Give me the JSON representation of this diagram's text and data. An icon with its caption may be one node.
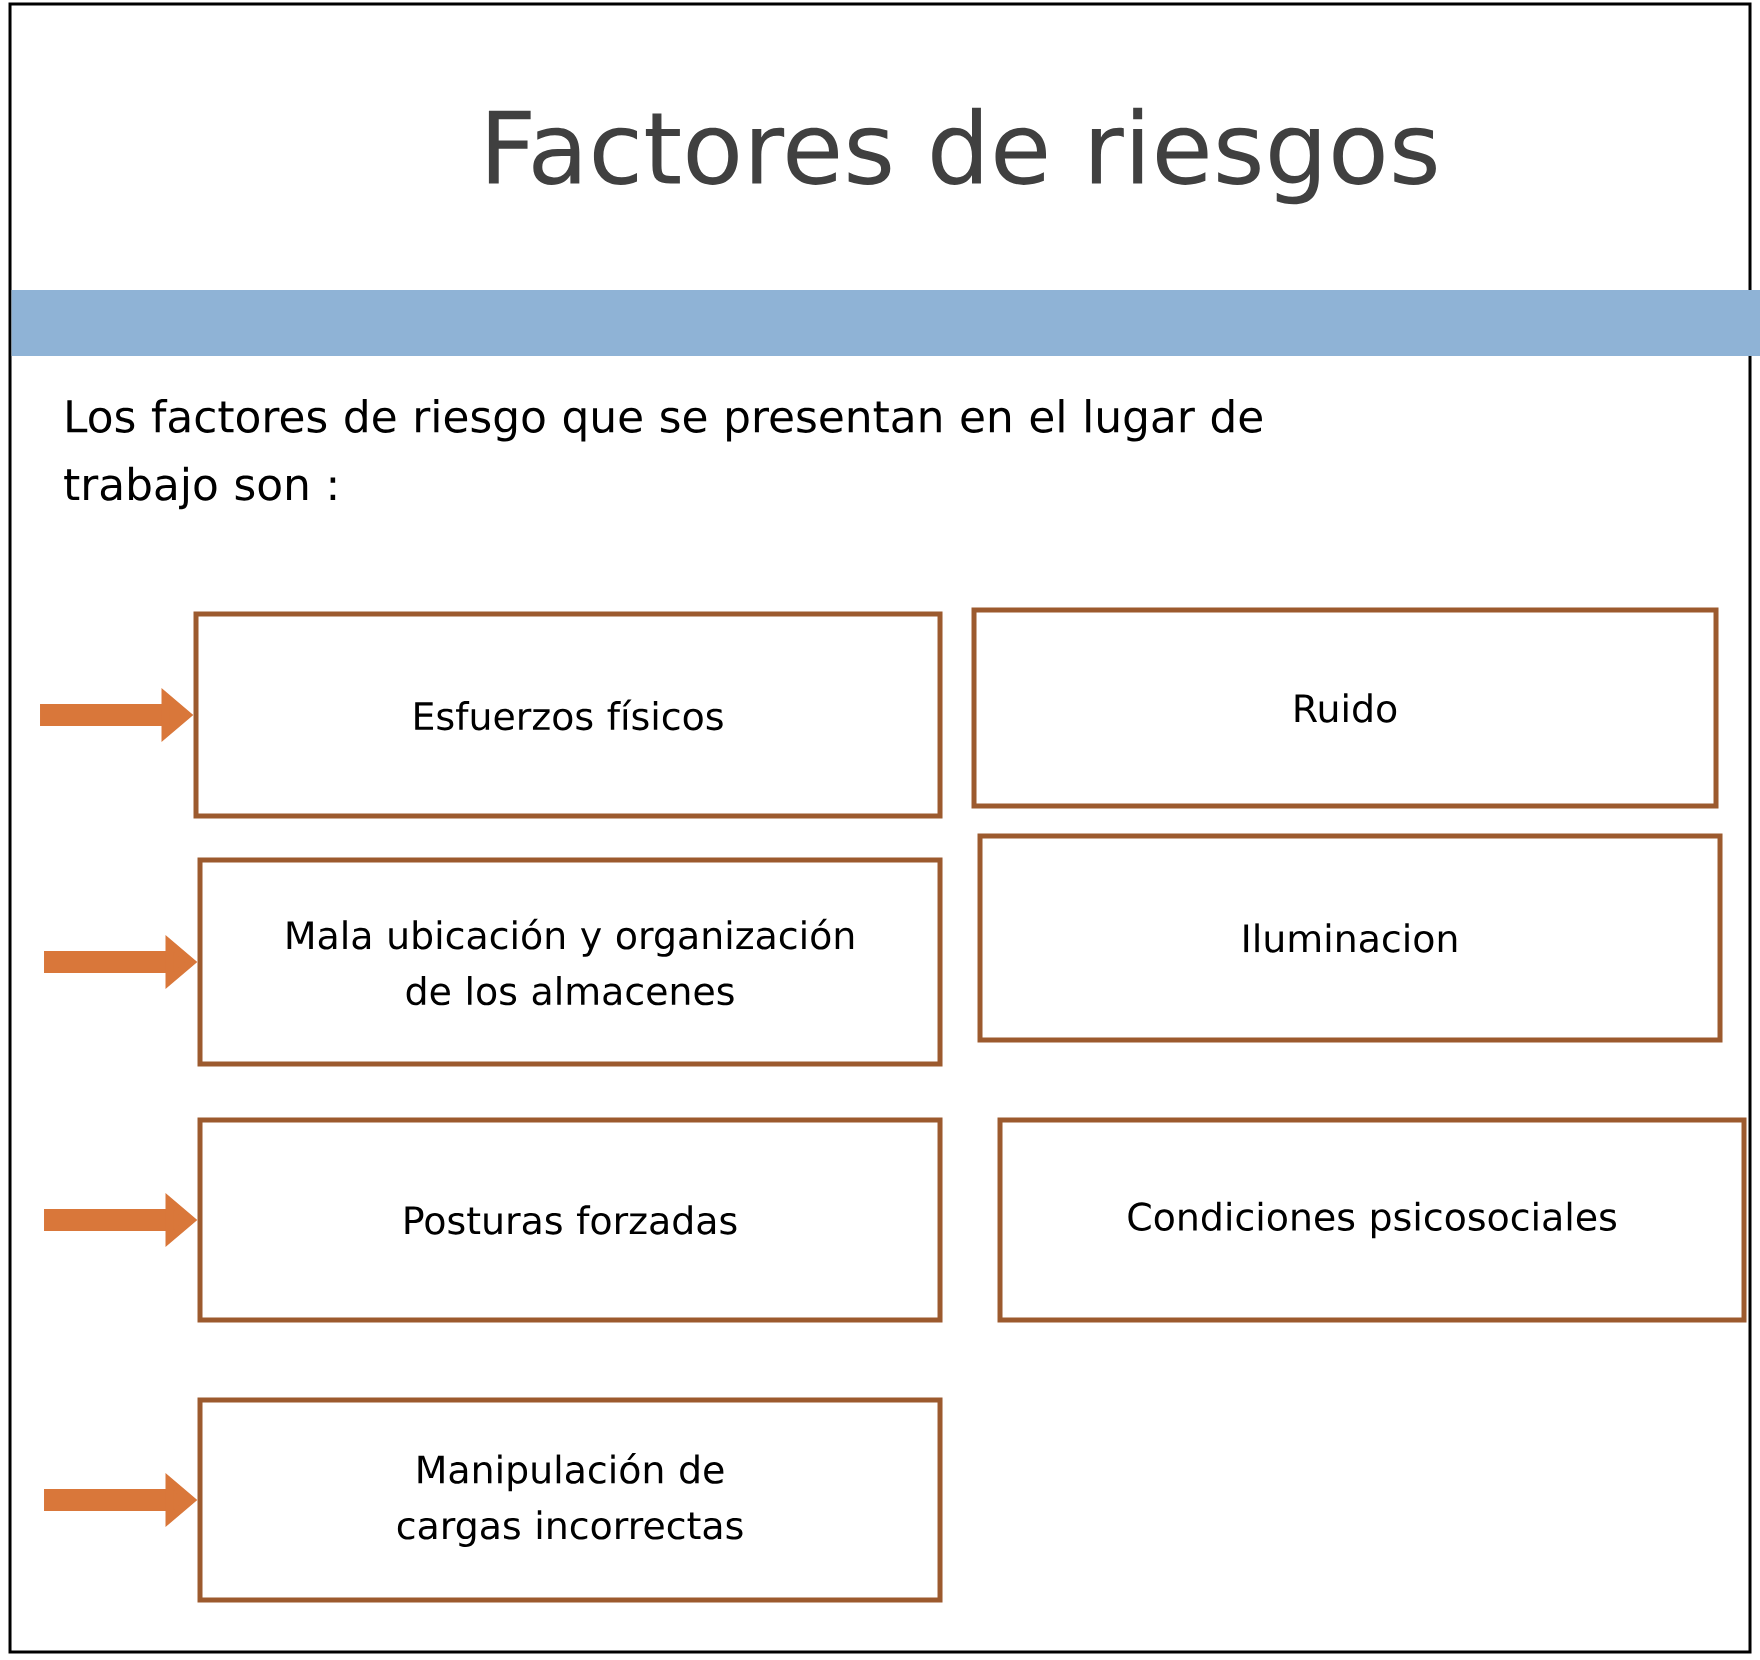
{
  "diagram": {
    "title": "Factores de riesgos",
    "nodes": [
      {
        "text": [
          "Esfuerzos físicos"
        ]
      },
      {
        "text": [
          "Ruido"
        ]
      },
      {
        "text": [
          "Mala ubicación y organización de los almacenes"
        ]
      },
      {
        "text": [
          "Iluminacion"
        ]
      },
      {
        "text": [
          "Posturas forzadas"
        ]
      },
      {
        "text": [
          "Condiciones psicosociales"
        ]
      },
      {
        "text": [
          "Manipulación de cargas incorrectas"
        ]
      }
    ],
    "edges": [
      {
        "from": null,
        "to": 0,
        "arrow": "to"
      },
      {
        "from": null,
        "to": 2,
        "arrow": "to"
      },
      {
        "from": null,
        "to": 4,
        "arrow": "to"
      },
      {
        "from": null,
        "to": 6,
        "arrow": "to"
      }
    ],
    "labels": [
      "Los factores de riesgo que se presentan en el lugar de trabajo son :"
    ]
  }
}
